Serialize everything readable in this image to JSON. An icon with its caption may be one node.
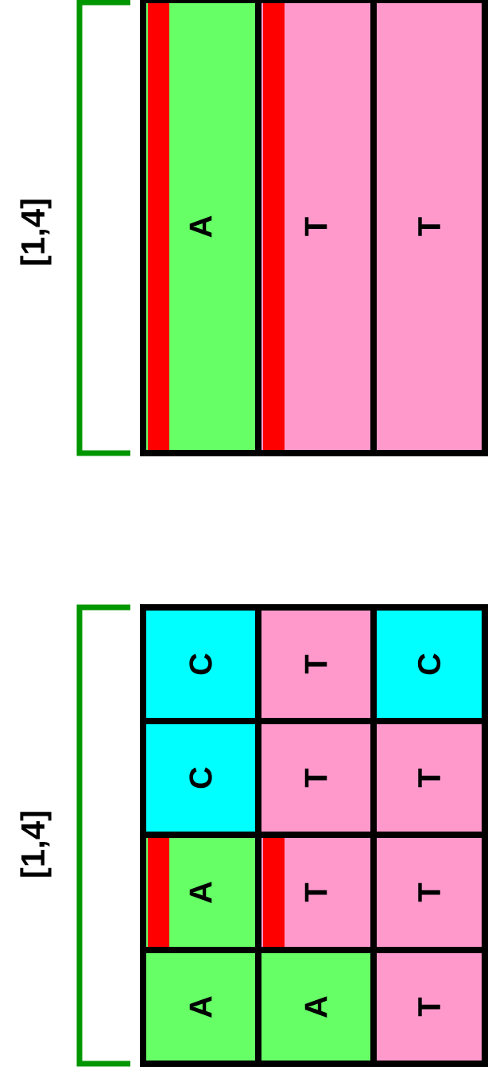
{
  "diagram": {
    "nodes": [
      {
        "text": [
          "A"
        ]
      },
      {
        "text": [
          "T"
        ]
      },
      {
        "text": [
          "T"
        ]
      },
      {
        "text": [
          "C"
        ]
      },
      {
        "text": [
          "T"
        ]
      },
      {
        "text": [
          "C"
        ]
      },
      {
        "text": [
          "C"
        ]
      },
      {
        "text": [
          "T"
        ]
      },
      {
        "text": [
          "T"
        ]
      },
      {
        "text": [
          "A"
        ]
      },
      {
        "text": [
          "T"
        ]
      },
      {
        "text": [
          "T"
        ]
      },
      {
        "text": [
          "A"
        ]
      },
      {
        "text": [
          "A"
        ]
      },
      {
        "text": [
          "T"
        ]
      }
    ],
    "labels": [
      "[1,4]",
      "[1,4]"
    ]
  }
}
